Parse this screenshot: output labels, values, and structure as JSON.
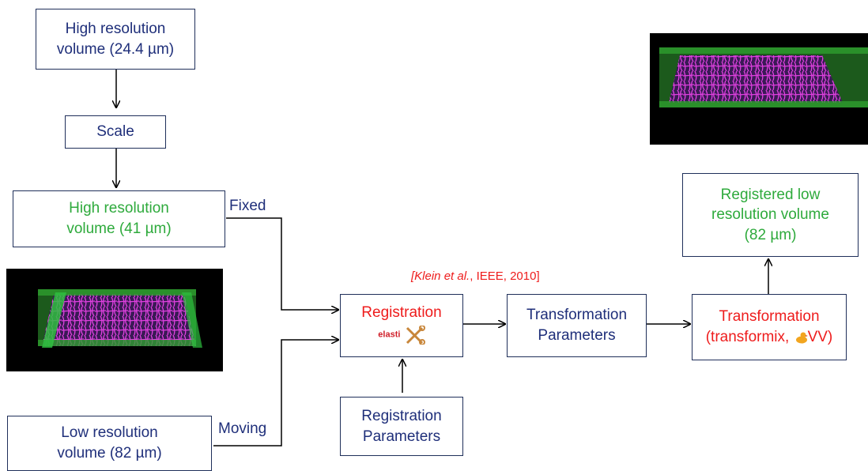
{
  "boxes": {
    "hr_volume_24": {
      "line1": "High resolution",
      "line2": "volume (24.4 µm)"
    },
    "scale": {
      "label": "Scale"
    },
    "hr_volume_41": {
      "line1": "High resolution",
      "line2": "volume (41 µm)"
    },
    "lr_volume_82": {
      "line1": "Low resolution",
      "line2": "volume (82 µm)"
    },
    "registration": {
      "label": "Registration",
      "logo_text": "elasti"
    },
    "registration_params": {
      "line1": "Registration",
      "line2": "Parameters"
    },
    "transformation_params": {
      "line1": "Transformation",
      "line2": "Parameters"
    },
    "transformation": {
      "line1": "Transformation",
      "line2a": "(transformix,",
      "line2b": "VV)"
    },
    "registered": {
      "line1": "Registered low",
      "line2": "resolution volume",
      "line3": "(82 µm)"
    }
  },
  "labels": {
    "fixed": "Fixed",
    "moving": "Moving"
  },
  "citation": {
    "pre": "[Klein ",
    "italic": "et al.",
    "post": ", IEEE, 2010]"
  },
  "colors": {
    "navy": "#1f2f7a",
    "green": "#2eaa3c",
    "red": "#ee1c1c",
    "volume_pink": "#e040e0",
    "overlay_green": "#2e9e2e"
  }
}
